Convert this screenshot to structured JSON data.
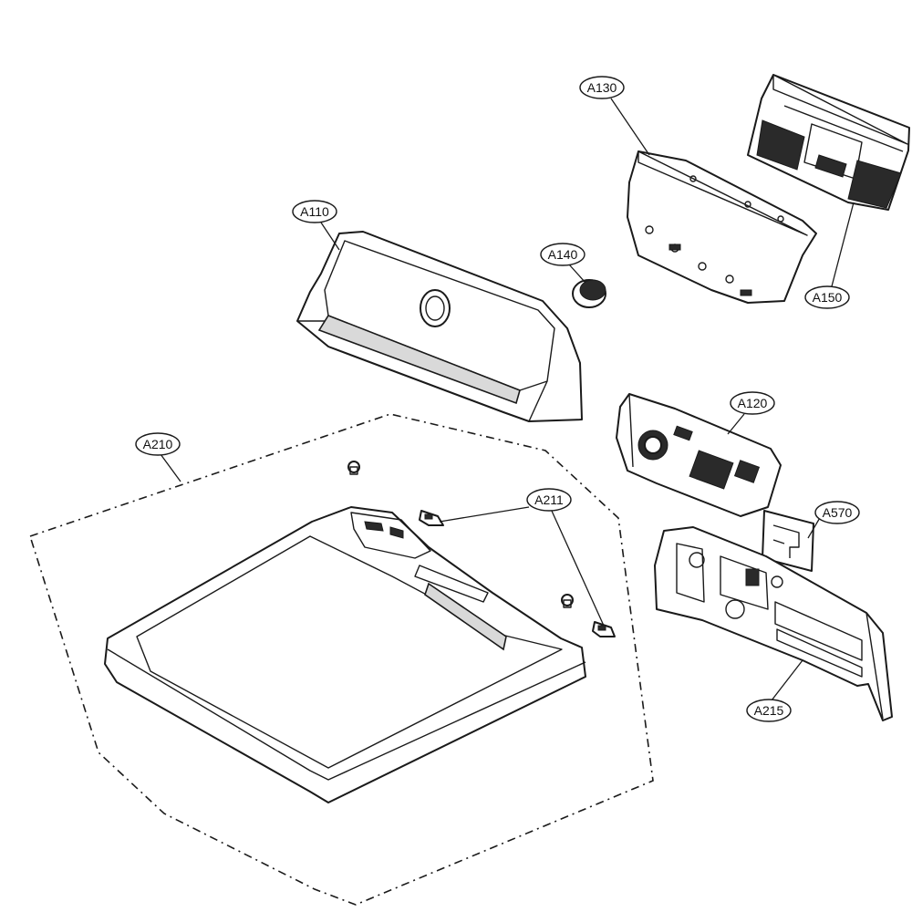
{
  "callouts": [
    {
      "id": "A130",
      "label": "A130"
    },
    {
      "id": "A110",
      "label": "A110"
    },
    {
      "id": "A140",
      "label": "A140"
    },
    {
      "id": "A150",
      "label": "A150"
    },
    {
      "id": "A120",
      "label": "A120"
    },
    {
      "id": "A210",
      "label": "A210"
    },
    {
      "id": "A211",
      "label": "A211"
    },
    {
      "id": "A570",
      "label": "A570"
    },
    {
      "id": "A215",
      "label": "A215"
    }
  ]
}
